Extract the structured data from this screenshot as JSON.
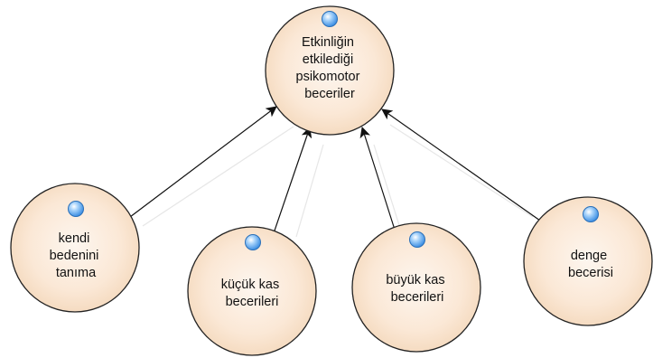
{
  "diagram": {
    "center": {
      "lines": [
        "Etkinliğin",
        "etkilediği",
        "psikomotor",
        "beceriler"
      ]
    },
    "nodes": [
      {
        "lines": [
          "kendi",
          "bedenini",
          "tanıma"
        ]
      },
      {
        "lines": [
          "küçük kas",
          "becerileri"
        ]
      },
      {
        "lines": [
          "büyük kas",
          "becerileri"
        ]
      },
      {
        "lines": [
          "denge",
          "becerisi"
        ]
      }
    ],
    "colors": {
      "node_fill_light": "#fdf6ef",
      "node_fill_dark": "#f4d9bd",
      "node_stroke": "#222222",
      "dot_fill": "#5aa9ef",
      "arrow": "#111111"
    },
    "icons": [
      "blue-dot-icon",
      "arrowhead-icon"
    ]
  }
}
